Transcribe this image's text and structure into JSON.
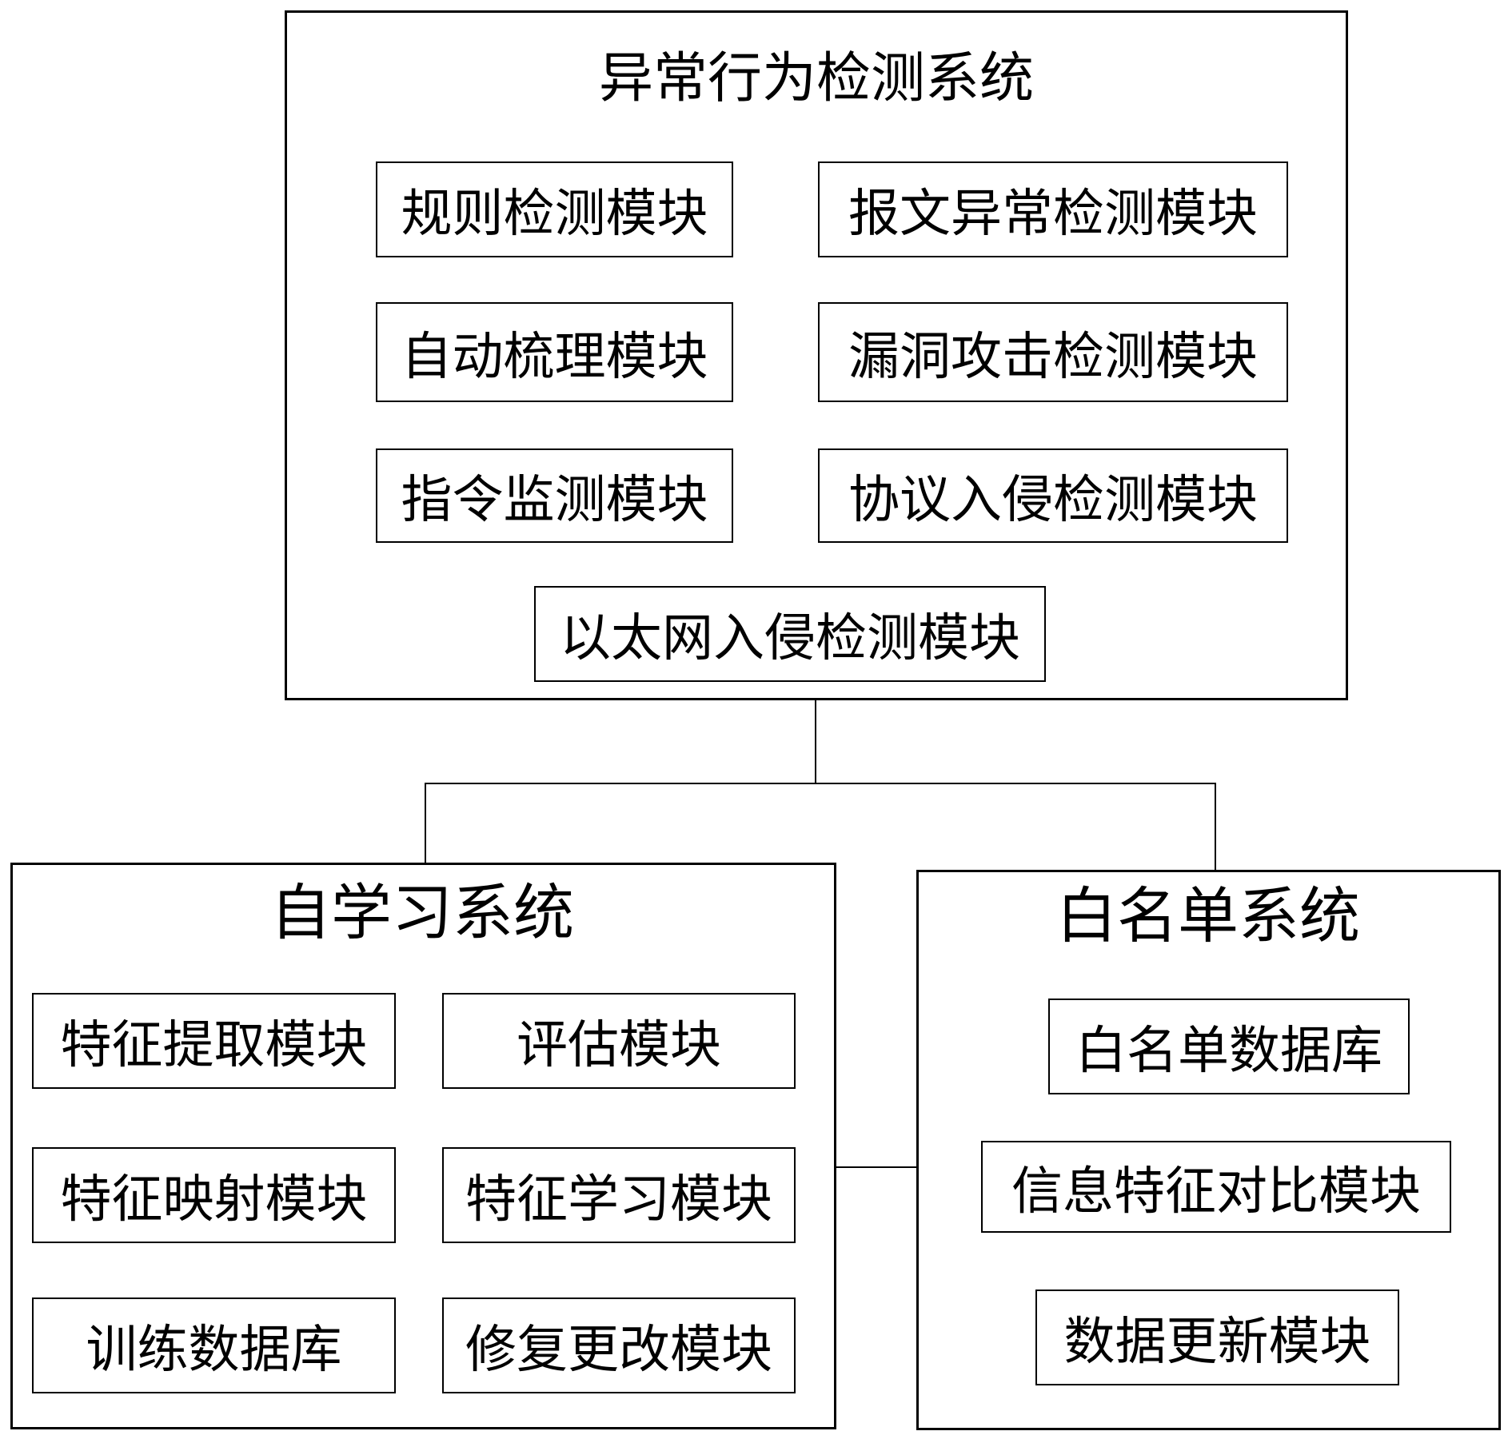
{
  "page": {
    "background_color": "#ffffff",
    "line_color": "#000000",
    "text_color": "#000000"
  },
  "systems": {
    "behavior_detection": {
      "title": "异常行为检测系统",
      "modules": {
        "rule_detection": "规则检测模块",
        "packet_anomaly_detection": "报文异常检测模块",
        "auto_sorting": "自动梳理模块",
        "vulnerability_attack_detection": "漏洞攻击检测模块",
        "command_monitoring": "指令监测模块",
        "protocol_intrusion_detection": "协议入侵检测模块",
        "ethernet_intrusion_detection": "以太网入侵检测模块"
      }
    },
    "self_learning": {
      "title": "自学习系统",
      "modules": {
        "feature_extraction": "特征提取模块",
        "evaluation": "评估模块",
        "feature_mapping": "特征映射模块",
        "feature_learning": "特征学习模块",
        "training_database": "训练数据库",
        "repair_change": "修复更改模块"
      }
    },
    "whitelist": {
      "title": "白名单系统",
      "modules": {
        "whitelist_database": "白名单数据库",
        "info_feature_comparison": "信息特征对比模块",
        "data_update": "数据更新模块"
      }
    }
  }
}
